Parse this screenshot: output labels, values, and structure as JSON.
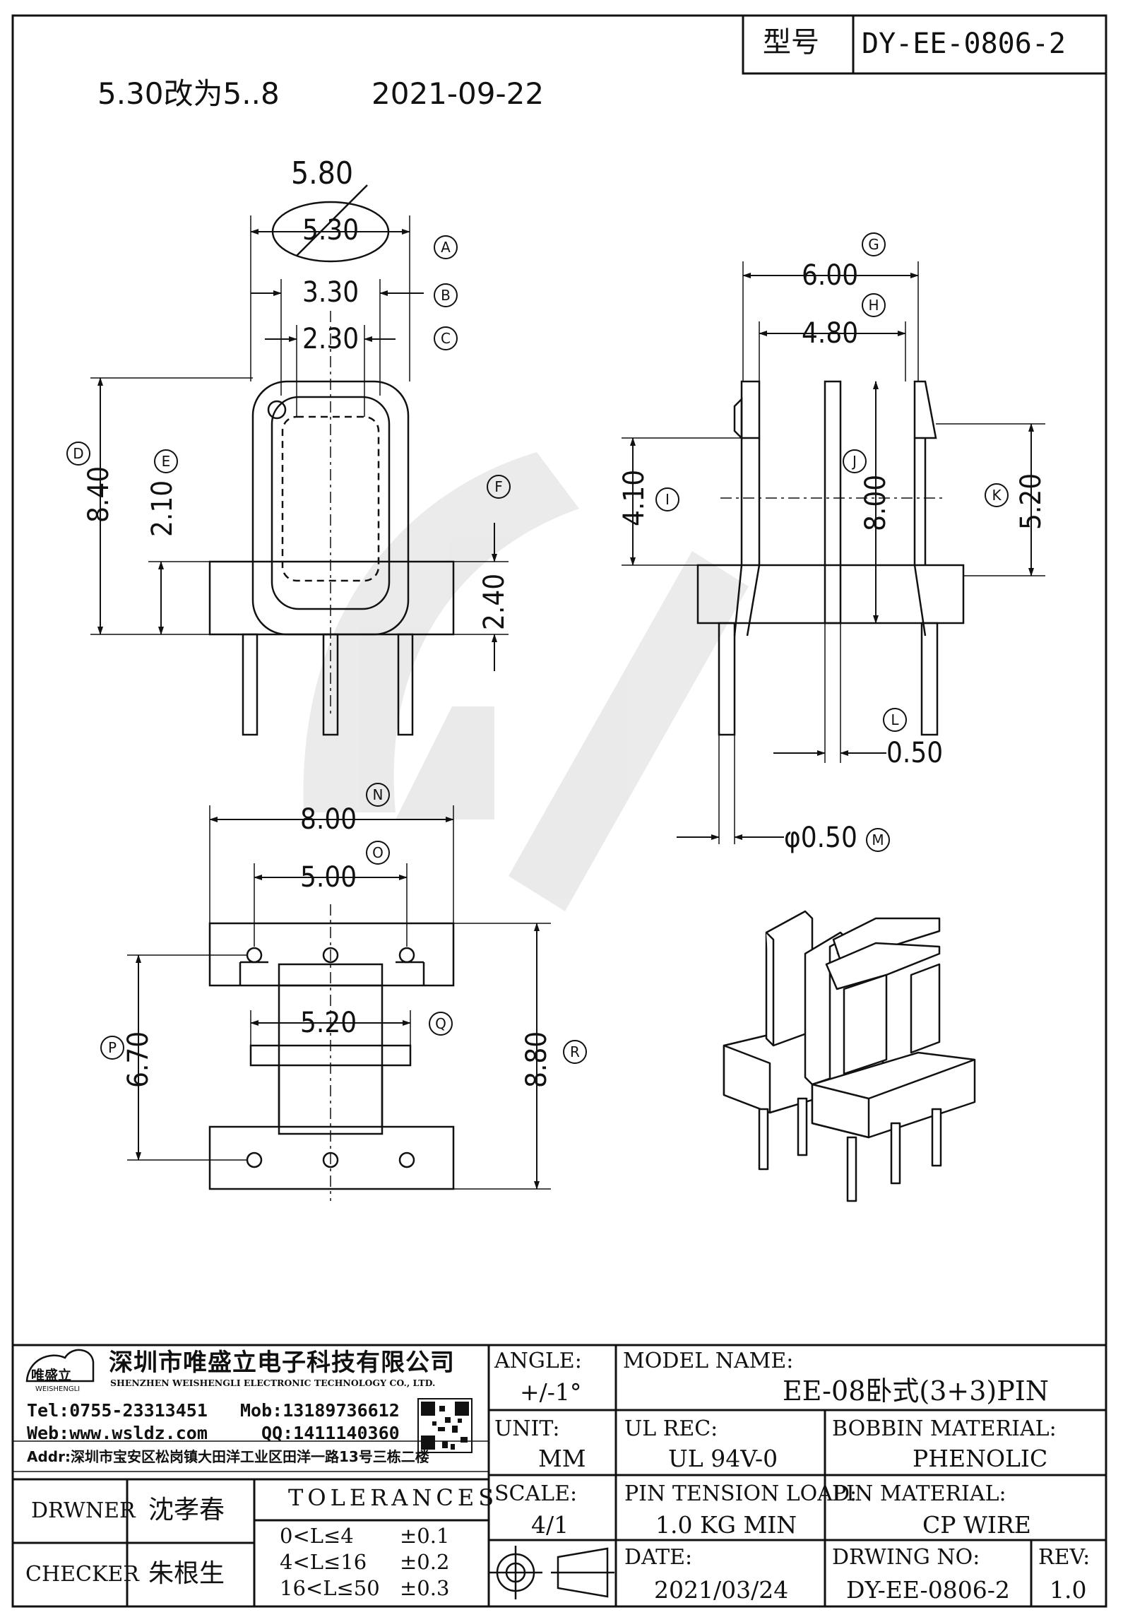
{
  "header": {
    "model_label": "型号",
    "model_value": "DY-EE-0806-2",
    "revision_note": "5.30改为5..8",
    "revision_date": "2021-09-22"
  },
  "dimensions": {
    "a_outer": "5.80",
    "a_inner": "5.30",
    "b": "3.30",
    "c": "2.30",
    "d": "8.40",
    "e": "2.10",
    "f": "2.40",
    "g": "6.00",
    "h": "4.80",
    "i": "4.10",
    "j": "8.00",
    "k": "5.20",
    "l": "0.50",
    "m": "φ0.50",
    "n": "8.00",
    "o": "5.00",
    "p": "6.70",
    "q": "5.20",
    "r": "8.80"
  },
  "callouts": [
    "A",
    "B",
    "C",
    "D",
    "E",
    "F",
    "G",
    "H",
    "I",
    "J",
    "K",
    "L",
    "M",
    "N",
    "O",
    "P",
    "Q",
    "R"
  ],
  "company": {
    "logo_text": "唯盛立",
    "logo_sub": "WEISHENGLI",
    "name_cn": "深圳市唯盛立电子科技有限公司",
    "name_en": "SHENZHEN WEISHENGLI ELECTRONIC TECHNOLOGY CO., LTD.",
    "tel": "Tel:0755-23313451",
    "mob": "Mob:13189736612",
    "web": "Web:www.wsldz.com",
    "qq": "QQ:1411140360",
    "addr": "Addr:深圳市宝安区松岗镇大田洋工业区田洋一路13号三栋二楼"
  },
  "title_block": {
    "angle_label": "ANGLE:",
    "angle_value": "+/-1°",
    "model_name_label": "MODEL NAME:",
    "model_name_value": "EE-08卧式(3+3)PIN",
    "unit_label": "UNIT:",
    "unit_value": "MM",
    "ul_label": "UL REC:",
    "ul_value": "UL 94V-0",
    "bobbin_label": "BOBBIN MATERIAL:",
    "bobbin_value": "PHENOLIC",
    "scale_label": "SCALE:",
    "scale_value": "4/1",
    "tension_label": "PIN TENSION LOAD:",
    "tension_value": "1.0 KG MIN",
    "pin_mat_label": "PIN MATERIAL:",
    "pin_mat_value": "CP WIRE",
    "date_label": "DATE:",
    "date_value": "2021/03/24",
    "dwg_label": "DRWING NO:",
    "dwg_value": "DY-EE-0806-2",
    "rev_label": "REV:",
    "rev_value": "1.0",
    "drawer_label": "DRWNER",
    "drawer_value": "沈孝春",
    "checker_label": "CHECKER",
    "checker_value": "朱根生",
    "tolerances_title": "TOLERANCES",
    "tolerances": [
      {
        "range": "0<L≤4",
        "value": "±0.1"
      },
      {
        "range": "4<L≤16",
        "value": "±0.2"
      },
      {
        "range": "16<L≤50",
        "value": "±0.3"
      }
    ]
  }
}
